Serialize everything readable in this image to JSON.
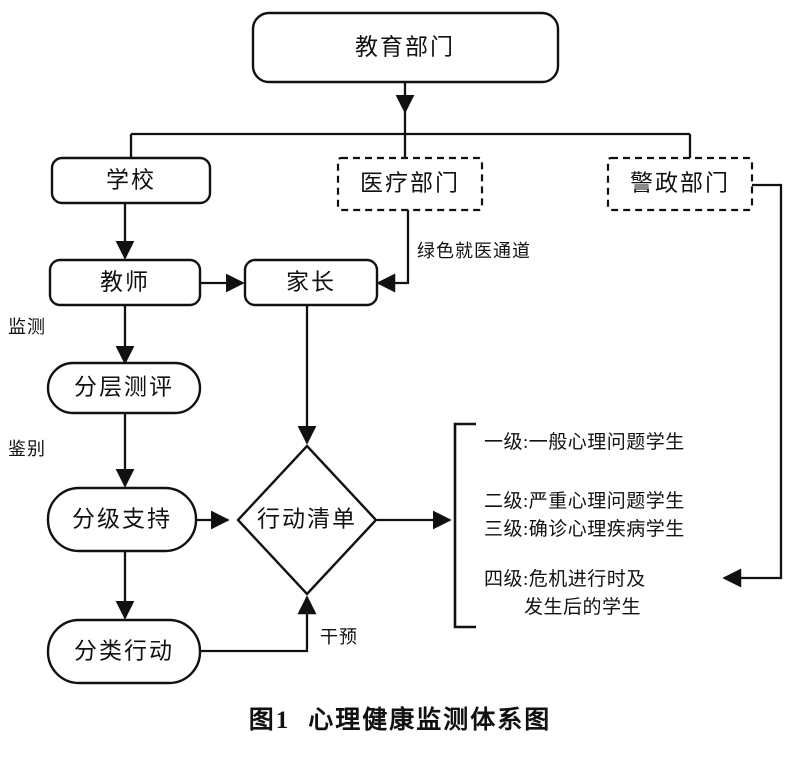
{
  "figure": {
    "caption_number": "图1",
    "caption_title": "心理健康监测体系图"
  },
  "nodes": {
    "education_dept": "教育部门",
    "school": "学校",
    "medical_dept": "医疗部门",
    "police_dept": "警政部门",
    "teacher": "教师",
    "parent": "家长",
    "tiered_assessment": "分层测评",
    "graded_support": "分级支持",
    "classified_action": "分类行动",
    "action_list": "行动清单"
  },
  "edge_labels": {
    "monitoring": "监测",
    "identification": "鉴别",
    "intervention": "干预",
    "green_channel": "绿色就医通道"
  },
  "tiers": [
    "一级:一般心理问题学生",
    "二级:严重心理问题学生",
    "三级:确诊心理疾病学生",
    "四级:危机进行时及",
    "发生后的学生"
  ],
  "colors": {
    "stroke": "#111111",
    "background": "#ffffff"
  }
}
